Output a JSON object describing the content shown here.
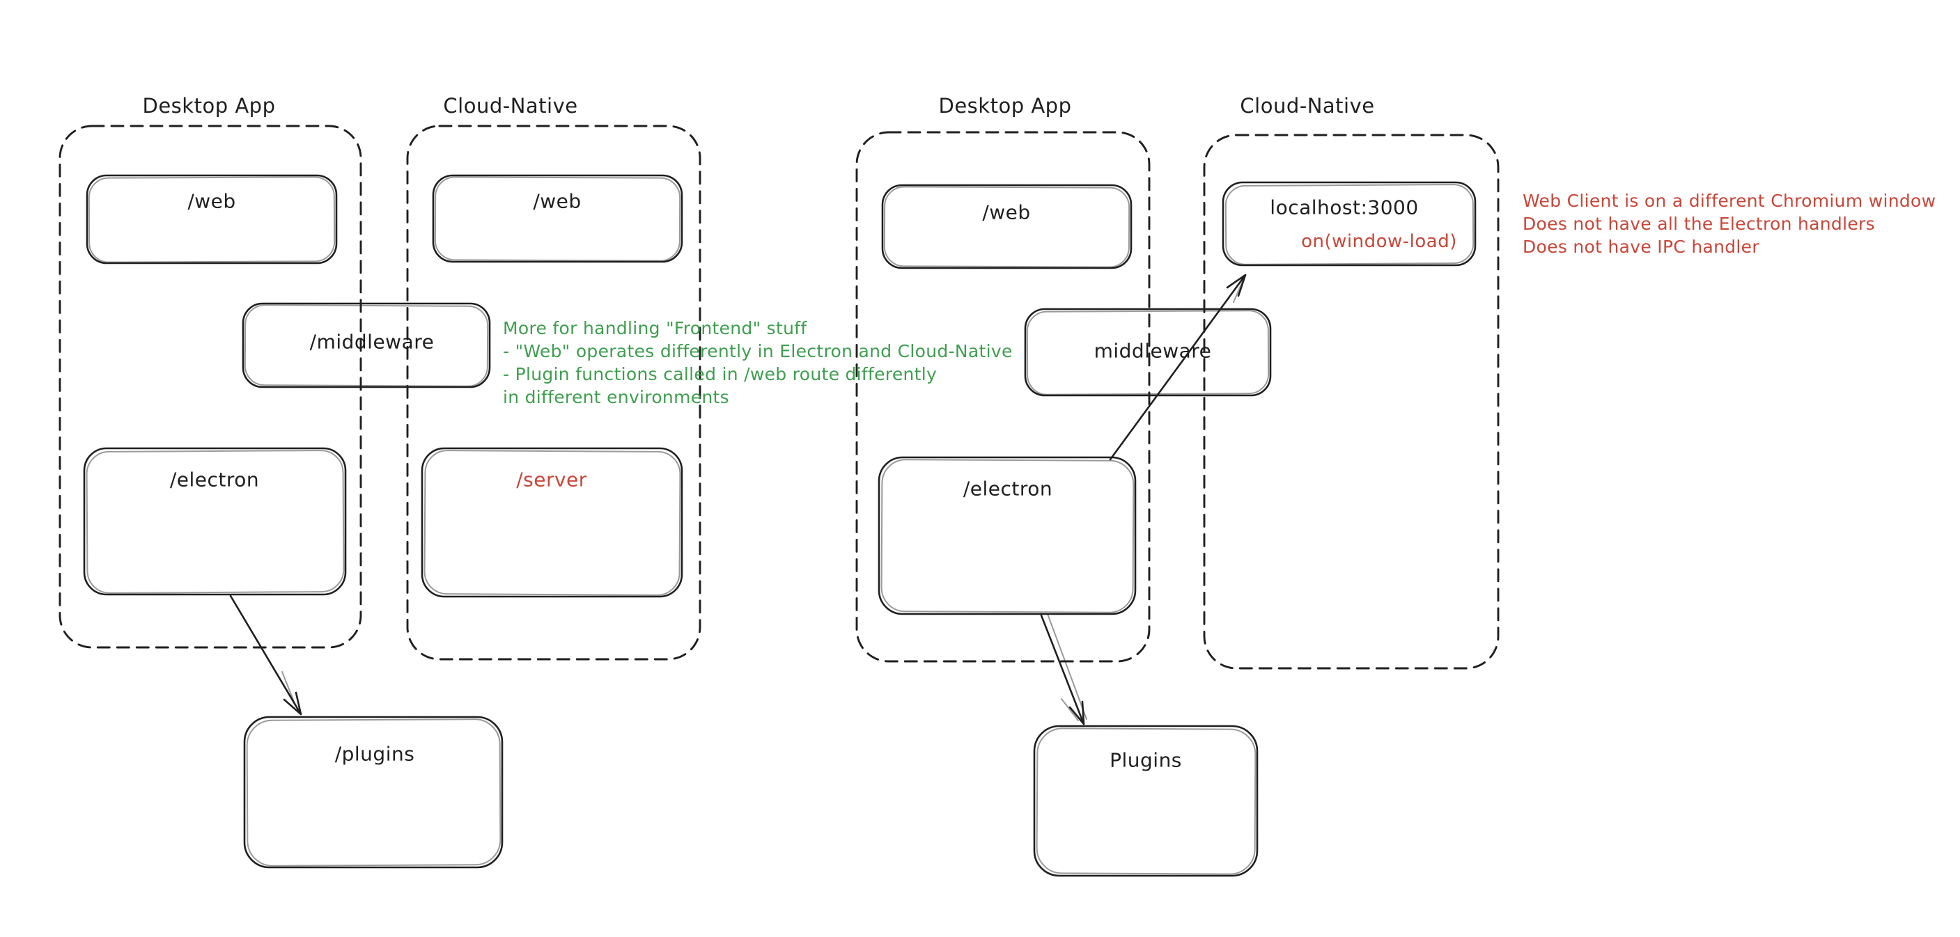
{
  "colors": {
    "ink": "#1f1f1f",
    "green": "#3f9e4f",
    "red": "#c94639",
    "background": "#ffffff"
  },
  "left": {
    "desktop_title": "Desktop App",
    "cloud_title": "Cloud-Native",
    "web_desktop": "/web",
    "web_cloud": "/web",
    "middleware": "/middleware",
    "electron": "/electron",
    "server": "/server",
    "plugins": "/plugins",
    "note": [
      "More for handling \"Frontend\" stuff",
      "- \"Web\" operates differently in Electron and Cloud-Native",
      "- Plugin functions called in /web route differently",
      "in different environments"
    ]
  },
  "right": {
    "desktop_title": "Desktop App",
    "cloud_title": "Cloud-Native",
    "web": "/web",
    "middleware": "middleware",
    "electron": "/electron",
    "localhost_title": "localhost:3000",
    "localhost_event": "on(window-load)",
    "plugins": "Plugins",
    "note": [
      "Web Client is on a different Chromium window",
      "Does not have all the Electron handlers",
      "Does not have IPC handler"
    ]
  }
}
